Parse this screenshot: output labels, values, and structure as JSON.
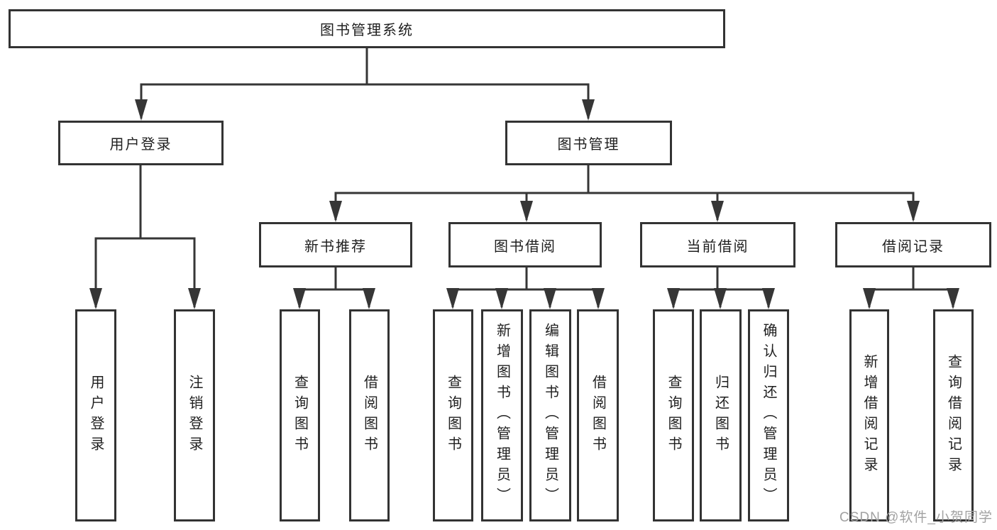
{
  "diagram": {
    "root": {
      "label": "图书管理系统"
    },
    "branches": [
      {
        "label": "用户登录",
        "children": [
          {
            "label": "用户登录"
          },
          {
            "label": "注销登录"
          }
        ]
      },
      {
        "label": "图书管理",
        "children": [
          {
            "label": "新书推荐",
            "children": [
              {
                "label": "查询图书"
              },
              {
                "label": "借阅图书"
              }
            ]
          },
          {
            "label": "图书借阅",
            "children": [
              {
                "label": "查询图书"
              },
              {
                "label": "新增图书（管理员）"
              },
              {
                "label": "编辑图书（管理员）"
              },
              {
                "label": "借阅图书"
              }
            ]
          },
          {
            "label": "当前借阅",
            "children": [
              {
                "label": "查询图书"
              },
              {
                "label": "归还图书"
              },
              {
                "label": "确认归还（管理员）"
              }
            ]
          },
          {
            "label": "借阅记录",
            "children": [
              {
                "label": "新增借阅记录"
              },
              {
                "label": "查询借阅记录"
              }
            ]
          }
        ]
      }
    ]
  },
  "watermark": {
    "text": "CSDN @软件_小贺同学"
  },
  "colors": {
    "line": "#363636",
    "box_border": "#333333",
    "box_fill": "#ffffff",
    "text": "#1f1f1f",
    "watermark": "#a2a2a2"
  }
}
